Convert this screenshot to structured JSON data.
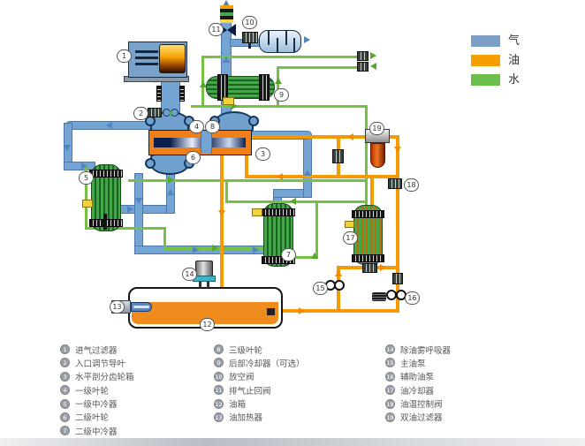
{
  "legend": {
    "items": [
      {
        "name": "air",
        "label": "气",
        "color": "#7b9fc7"
      },
      {
        "name": "oil",
        "label": "油",
        "color": "#f5a000"
      },
      {
        "name": "water",
        "label": "水",
        "color": "#6abf4b"
      }
    ]
  },
  "parts_list": {
    "col1": [
      {
        "num": "1",
        "label": "进气过滤器"
      },
      {
        "num": "2",
        "label": "入口调节导叶"
      },
      {
        "num": "3",
        "label": "水平剖分齿轮箱"
      },
      {
        "num": "4",
        "label": "一级叶轮"
      },
      {
        "num": "5",
        "label": "一级中冷器"
      },
      {
        "num": "6",
        "label": "二级叶轮"
      },
      {
        "num": "7",
        "label": "二级中冷器"
      }
    ],
    "col2": [
      {
        "num": "8",
        "label": "三级叶轮"
      },
      {
        "num": "9",
        "label": "后部冷却器（可选）"
      },
      {
        "num": "10",
        "label": "放空阀"
      },
      {
        "num": "11",
        "label": "排气止回阀"
      },
      {
        "num": "12",
        "label": "油箱"
      },
      {
        "num": "13",
        "label": "油加热器"
      }
    ],
    "col3": [
      {
        "num": "14",
        "label": "除油雾呼吸器"
      },
      {
        "num": "15",
        "label": "主油泵"
      },
      {
        "num": "16",
        "label": "辅助油泵"
      },
      {
        "num": "17",
        "label": "油冷却器"
      },
      {
        "num": "18",
        "label": "油温控制阀"
      },
      {
        "num": "19",
        "label": "双油过滤器"
      }
    ]
  },
  "diagram": {
    "badges": [
      "1",
      "2",
      "3",
      "4",
      "5",
      "6",
      "7",
      "8",
      "9",
      "10",
      "11",
      "12",
      "13",
      "14",
      "15",
      "16",
      "17",
      "18",
      "19"
    ]
  },
  "colors": {
    "air_pipe": "#74a4d4",
    "oil_pipe": "#f59a00",
    "water_pipe": "#76c043"
  }
}
